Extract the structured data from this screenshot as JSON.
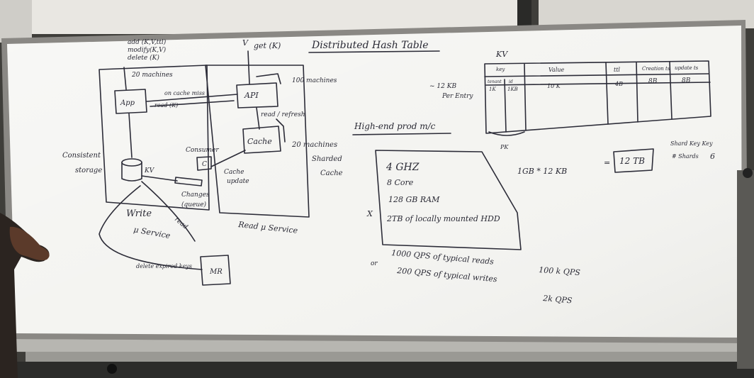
{
  "whiteboard": {
    "title": "Distributed Hash Table",
    "write_path": {
      "ops": [
        "add (K,V,ttl)",
        "modify(K,V)",
        "delete (K)"
      ],
      "machines": "20 machines",
      "app_label": "App",
      "on_cache_miss": "on cache miss",
      "read_label": "read (K)",
      "storage_label_1": "Consistent",
      "storage_label_2": "storage",
      "kv_label": "KV",
      "consumer_label": "Consumer",
      "consumer_box": "C",
      "changes_label_1": "Changes",
      "changes_label_2": "(queue)",
      "read_arrow_label": "read",
      "service_label_1": "Write",
      "service_label_2": "μ Service",
      "mr_label": "MR",
      "delete_expired": "delete expired keys"
    },
    "read_path": {
      "get_label": "get (K)",
      "v_label": "V",
      "machines": "100 machines",
      "api_label": "API",
      "read_refresh": "read / refresh",
      "cache_label": "Cache",
      "cache_update_1": "Cache",
      "cache_update_2": "update",
      "sharded_1": "20 machines",
      "sharded_2": "Sharded",
      "sharded_3": "Cache",
      "service_label": "Read   μ Service"
    },
    "estimates": {
      "entry_size_1": "~ 12 KB",
      "entry_size_2": "Per Entry",
      "high_end": "High-end prod m/c",
      "specs": [
        "4 GHZ",
        "8   Core",
        "128 GB RAM",
        "2TB of locally mounted HDD"
      ],
      "multiplier": "X",
      "calc_left": "1GB  *  12 KB",
      "calc_eq": "=",
      "calc_result": "12 TB",
      "reads": "1000  QPS of typical reads",
      "reads_total": "100 k QPS",
      "or_label": "or",
      "writes": "200   QPS of typical writes",
      "writes_total": "2k QPS"
    },
    "table": {
      "name": "KV",
      "headers": [
        "key",
        "Value",
        "ttl",
        "Creation ts",
        "update ts"
      ],
      "row1": [
        "tenant",
        "id",
        "10 K",
        "4B",
        "8B",
        "8B"
      ],
      "row1b": [
        "1K",
        "1KB"
      ],
      "pk_label": "PK",
      "shard_key": "Shard Key   Key",
      "num_shards": "# Shards",
      "num_shards_value": "6"
    }
  }
}
